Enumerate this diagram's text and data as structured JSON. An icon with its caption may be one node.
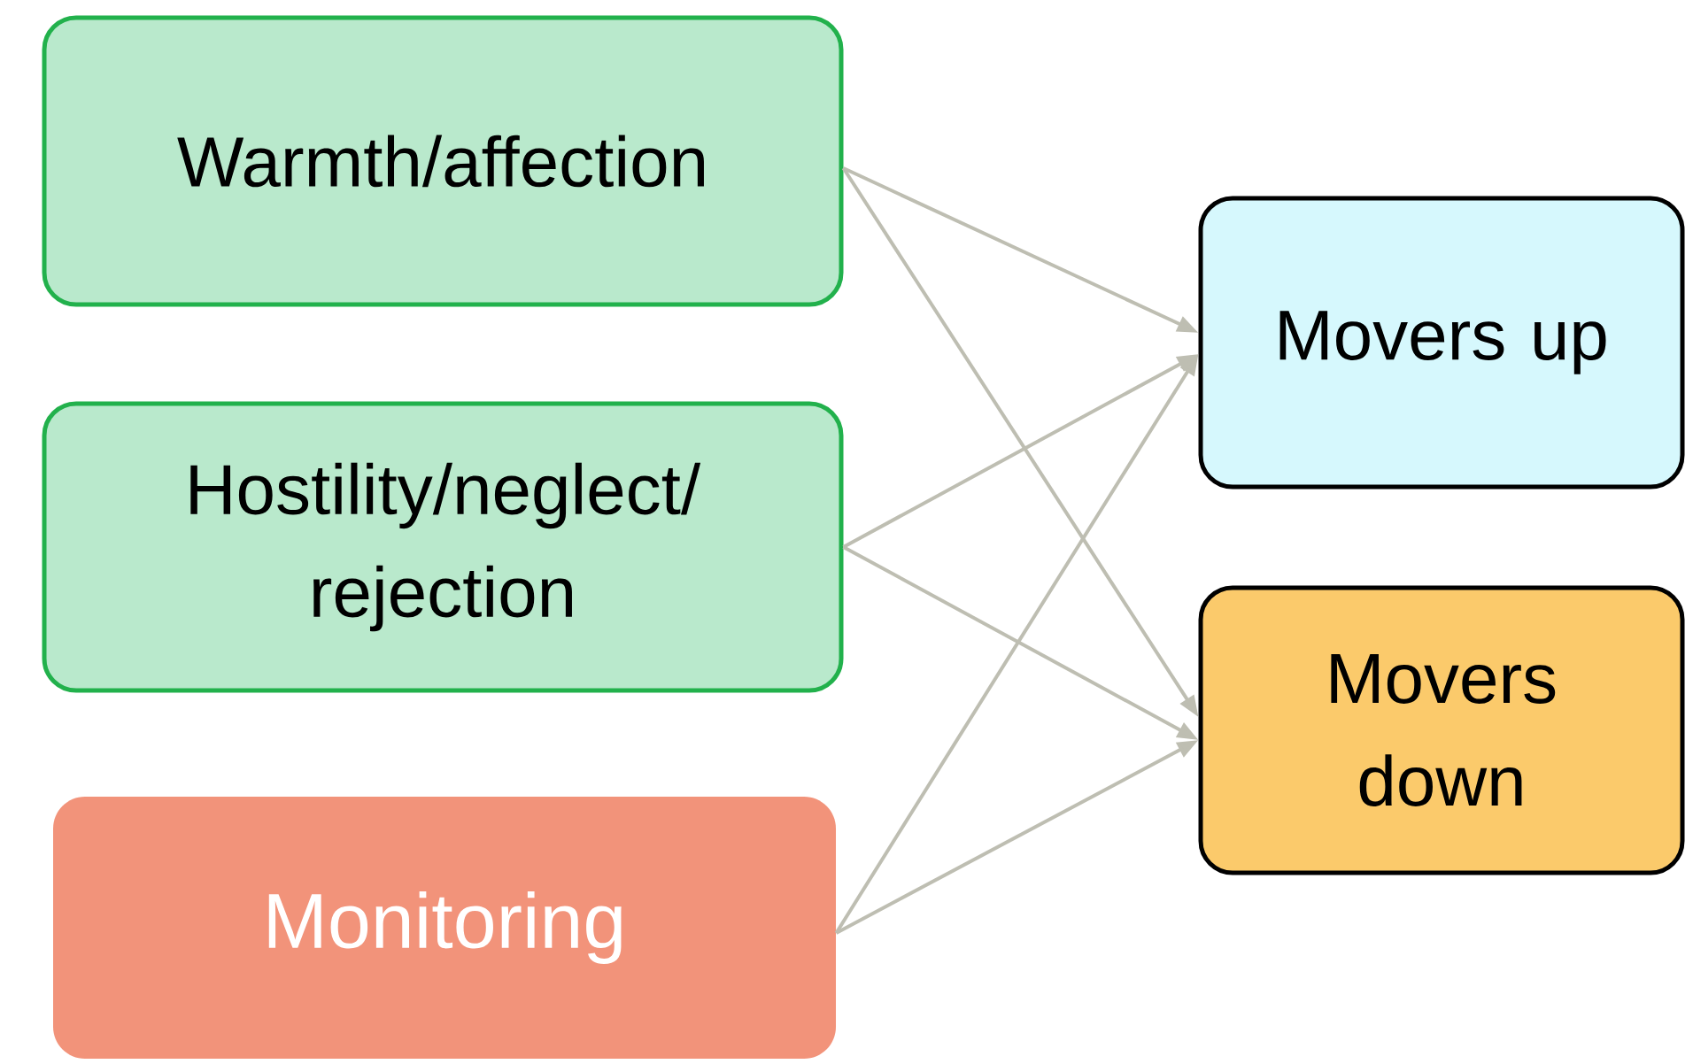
{
  "diagram": {
    "nodes": [
      {
        "text": [
          "Warmth/affection"
        ]
      },
      {
        "text": [
          "Hostility/neglect/ rejection"
        ]
      },
      {
        "text": [
          "Monitoring"
        ]
      },
      {
        "text": [
          "Movers up"
        ]
      },
      {
        "text": [
          "Movers down"
        ]
      }
    ],
    "edges": [
      {
        "from": 0,
        "to": 3,
        "arrow": "to"
      },
      {
        "from": 0,
        "to": 4,
        "arrow": "to"
      },
      {
        "from": 1,
        "to": 3,
        "arrow": "to"
      },
      {
        "from": 1,
        "to": 4,
        "arrow": "to"
      },
      {
        "from": 2,
        "to": 3,
        "arrow": "to"
      },
      {
        "from": 2,
        "to": 4,
        "arrow": "to"
      }
    ]
  }
}
